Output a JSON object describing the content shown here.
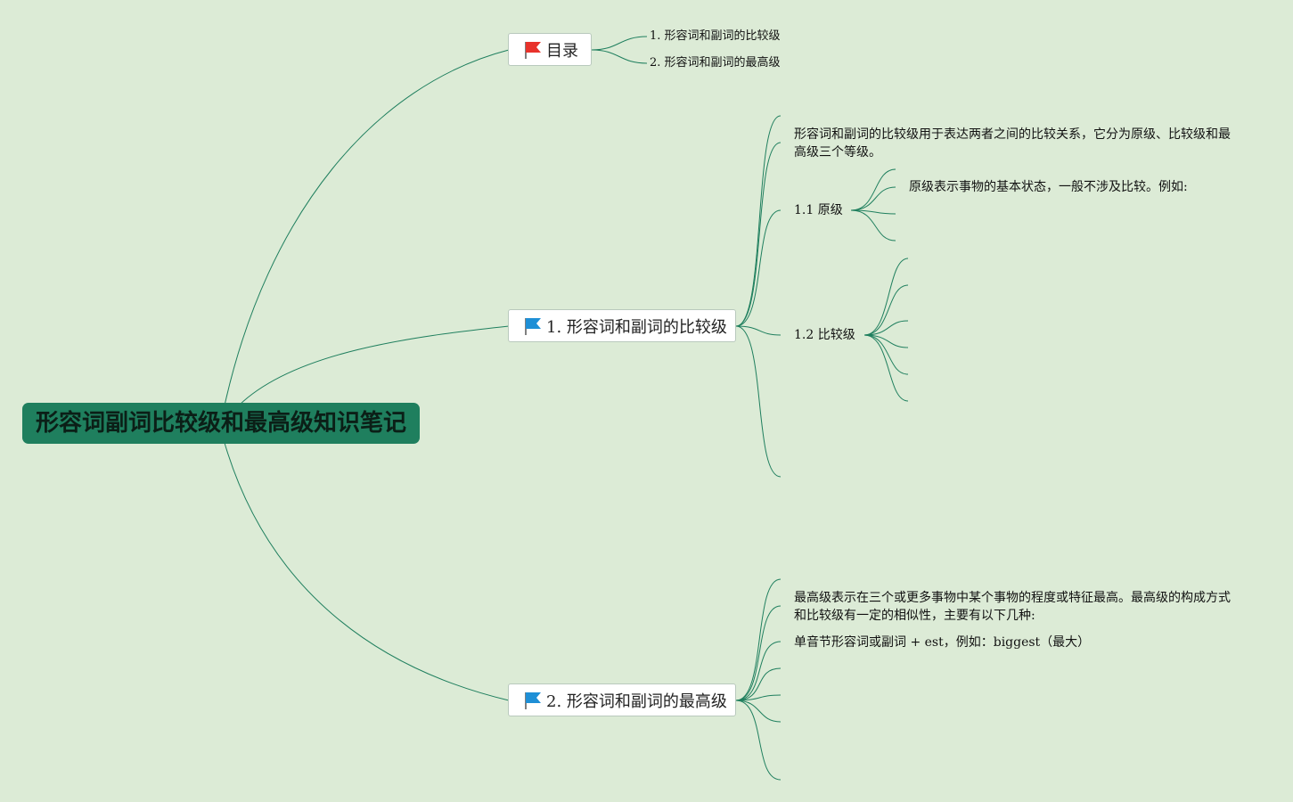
{
  "root": {
    "title": "形容词副词比较级和最高级知识笔记"
  },
  "toc": {
    "label": "目录",
    "flag_color": "#e8322b",
    "items": [
      "1. 形容词和副词的比较级",
      "2. 形容词和副词的最高级"
    ]
  },
  "comparative": {
    "label": "1. 形容词和副词的比较级",
    "flag_color": "#1e8fd6",
    "intro": "形容词和副词的比较级用于表达两者之间的比较关系，它分为原级、比较级和最高级三个等级。",
    "positive": {
      "label": "1.1 原级",
      "desc": "原级表示事物的基本状态，一般不涉及比较。例如:"
    },
    "comparative_degree": {
      "label": "1.2 比较级"
    }
  },
  "superlative": {
    "label": "2. 形容词和副词的最高级",
    "flag_color": "#1e8fd6",
    "intro": "最高级表示在三个或更多事物中某个事物的程度或特征最高。最高级的构成方式和比较级有一定的相似性，主要有以下几种:",
    "rule1": "单音节形容词或副词 + est，例如：biggest（最大）"
  },
  "colors": {
    "background": "#dcebd6",
    "link": "#1f7f5e",
    "root_fill": "#1f7f5e"
  }
}
